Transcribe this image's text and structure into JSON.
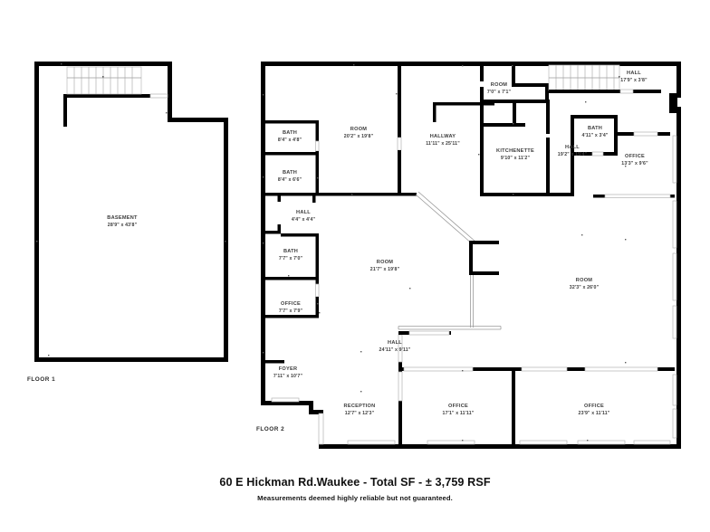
{
  "document": {
    "type": "floor-plan",
    "caption_title": "60 E Hickman Rd.Waukee - Total SF - ± 3,759 RSF",
    "caption_subtitle": "Measurements deemed highly reliable but not guaranteed."
  },
  "colors": {
    "wall": "#000000",
    "background": "#ffffff",
    "label_text": "#3b3b3b",
    "caption_text": "#111111",
    "window": "#b4b4b4"
  },
  "floors": [
    {
      "id": "floor-1",
      "tag": "FLOOR 1",
      "rooms": [
        {
          "id": "basement",
          "name": "BASEMENT",
          "dim": "28'9\" x 43'8\""
        }
      ],
      "features": [
        {
          "id": "basement-stair",
          "name": "stair"
        }
      ]
    },
    {
      "id": "floor-2",
      "tag": "FLOOR 2",
      "rooms": [
        {
          "id": "bath-1",
          "name": "BATH",
          "dim": "8'4\" x 4'8\""
        },
        {
          "id": "bath-2",
          "name": "BATH",
          "dim": "8'4\" x 6'6\""
        },
        {
          "id": "room-1",
          "name": "ROOM",
          "dim": "20'2\" x 19'8\""
        },
        {
          "id": "hallway-1",
          "name": "HALLWAY",
          "dim": "11'11\" x 25'11\""
        },
        {
          "id": "room-2",
          "name": "ROOM",
          "dim": "7'0\" x 7'1\""
        },
        {
          "id": "hall-1",
          "name": "HALL",
          "dim": "17'9\" x 3'8\""
        },
        {
          "id": "bath-3",
          "name": "BATH",
          "dim": "4'11\" x 3'4\""
        },
        {
          "id": "kitchenette",
          "name": "KITCHENETTE",
          "dim": "9'10\" x 11'2\""
        },
        {
          "id": "hall-2",
          "name": "HALL",
          "dim": "19'2\" x 15'4\""
        },
        {
          "id": "office-1",
          "name": "OFFICE",
          "dim": "13'3\" x 9'6\""
        },
        {
          "id": "hall-3",
          "name": "HALL",
          "dim": "4'4\" x 4'4\""
        },
        {
          "id": "bath-4",
          "name": "BATH",
          "dim": "7'7\" x 7'0\""
        },
        {
          "id": "office-2",
          "name": "OFFICE",
          "dim": "7'7\" x 7'9\""
        },
        {
          "id": "room-3",
          "name": "ROOM",
          "dim": "21'7\" x 19'8\""
        },
        {
          "id": "room-4",
          "name": "ROOM",
          "dim": "32'3\" x 26'0\""
        },
        {
          "id": "hall-4",
          "name": "HALL",
          "dim": "24'11\" x 9'11\""
        },
        {
          "id": "foyer",
          "name": "FOYER",
          "dim": "7'11\" x 10'7\""
        },
        {
          "id": "reception",
          "name": "RECEPTION",
          "dim": "12'7\" x 12'3\""
        },
        {
          "id": "office-3",
          "name": "OFFICE",
          "dim": "17'1\" x 11'11\""
        },
        {
          "id": "office-4",
          "name": "OFFICE",
          "dim": "23'9\" x 11'11\""
        }
      ],
      "features": [
        {
          "id": "upper-stair",
          "name": "stair"
        }
      ]
    }
  ]
}
